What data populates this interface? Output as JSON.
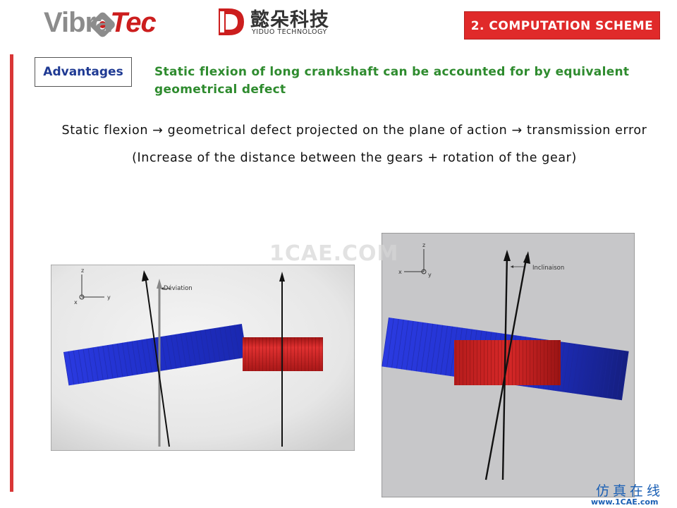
{
  "header": {
    "vibratec_logo": {
      "part1": "Vibra",
      "part2": "Tec"
    },
    "yiduo_logo": {
      "name_cn": "懿朵科技",
      "name_en": "YIDUO TECHNOLOGY"
    },
    "section_badge": "2. COMPUTATION SCHEME",
    "colors": {
      "badge": "#e02a2a",
      "accent_rule": "#d93636"
    }
  },
  "advantages": {
    "label": "Advantages",
    "text": "Static flexion of long crankshaft can be accounted for by equivalent geometrical defect"
  },
  "body": {
    "line1": "Static flexion → geometrical  defect projected on the plane of action → transmission error",
    "line2": "(Increase of the distance between the gears + rotation of the gear)"
  },
  "figures": {
    "left": {
      "axis_z": "z",
      "axis_y": "y",
      "axis_x": "x",
      "annotation": "Déviation",
      "colors": {
        "left_gear": "#1f2fd0",
        "right_gear": "#c81e1e"
      }
    },
    "right": {
      "axis_z": "z",
      "axis_y": "y",
      "axis_x": "x",
      "annotation": "Inclinaison",
      "colors": {
        "left_gear": "#1f2fd0",
        "right_gear": "#c81e1e"
      }
    }
  },
  "watermarks": {
    "center": "1CAE.COM",
    "corner_cn": "仿真在线",
    "corner_url": "www.1CAE.com"
  }
}
